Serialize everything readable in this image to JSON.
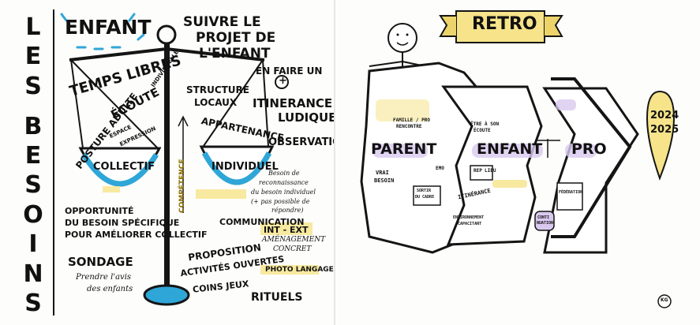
{
  "left": {
    "title": "LES BESOINS",
    "enfant": "ENFANT",
    "suivre": [
      "SUIVRE LE",
      "PROJET DE",
      "L'ENFANT"
    ],
    "temps_libres": "TEMPS LIBRES",
    "indiv": "INDIVIDUELLE",
    "ecoute": "ÉCOUTE",
    "posture": "POSTURE ADULTE",
    "espace": [
      "ESPACE",
      "EXPRESSION"
    ],
    "structure": [
      "STRUCTURE",
      "LOCAUX"
    ],
    "appartenance": "APPARTENANCE",
    "en_faire_un": "EN FAIRE UN",
    "plus": "+",
    "itinerance": [
      "ITINERANCE",
      "LUDIQUE"
    ],
    "observation": "OBSERVATION",
    "competence": "COMPÉTENCE",
    "collectif": "COLLECTIF",
    "individuel": "INDIVIDUEL",
    "besoin_note": [
      "Besoin de",
      "reconnaissance",
      "du besoin individuel",
      "(+ pas possible de",
      "répondre)"
    ],
    "opportunite": [
      "OPPORTUNITÉ",
      "DU BESOIN SPÉCIFIQUE",
      "POUR AMÉLIORER COLLECTIF"
    ],
    "communication": "COMMUNICATION",
    "int_ext": "INT - EXT",
    "amenagement": [
      "AMÉNAGEMENT",
      "CONCRET"
    ],
    "proposition": [
      "PROPOSITION",
      "ACTIVITÉS OUVERTES"
    ],
    "photolangage": "PHOTO LANGAGE",
    "sondage": "SONDAGE",
    "prendre": [
      "Prendre l'avis",
      "des enfants"
    ],
    "coins": "COINS JEUX",
    "rituels": "RITUELS"
  },
  "right": {
    "retro": "RETRO",
    "parent": "PARENT",
    "enfant": "ENFANT",
    "pro": "PRO",
    "famille": [
      "FAMILLE / PRO",
      "RENCONTRE"
    ],
    "etre_son": [
      "ÊTRE À SON",
      "ÉCOUTE"
    ],
    "vrai_besoin": [
      "VRAI",
      "BESOIN"
    ],
    "emo": "EMO",
    "sortir": [
      "SORTIR",
      "DU CADRE"
    ],
    "rep_lieu": [
      "REP",
      "LIEU"
    ],
    "itinerance": "ITINÉRANCE",
    "environnement": [
      "ENVIRONNEMENT",
      "CAPACITANT"
    ],
    "continuation": [
      "CONTI",
      "NUATION"
    ],
    "federation": "FÉDÉRATION",
    "annee": [
      "2024",
      "2025"
    ],
    "signature": "KG"
  },
  "colors": {
    "ink": "#151515",
    "blue": "#2fa6d8",
    "yellow": "#f6e38a",
    "purple": "#d9c9ef"
  }
}
